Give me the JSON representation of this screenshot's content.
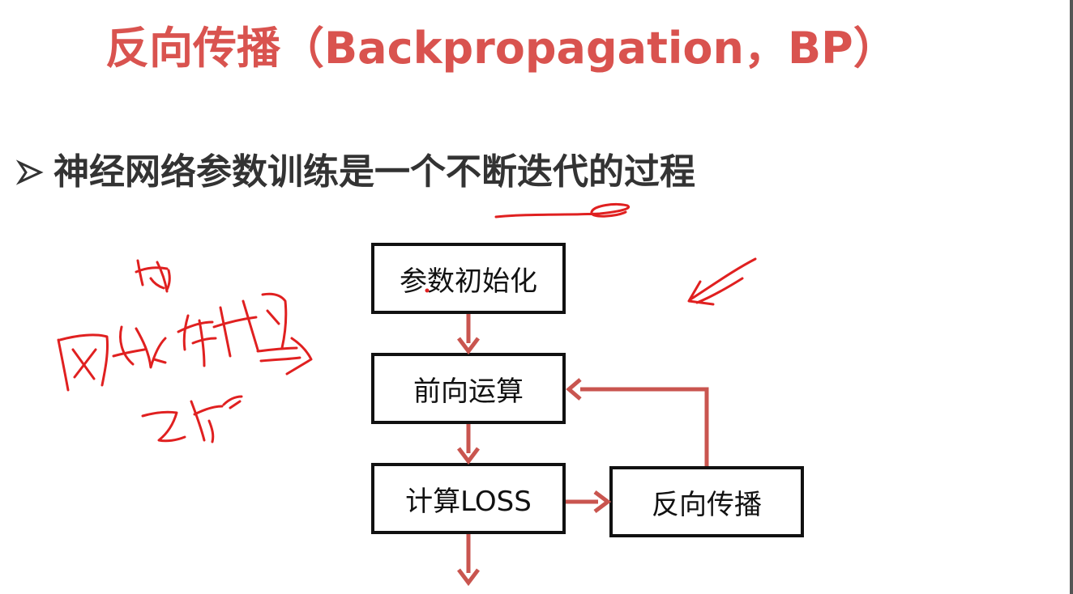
{
  "slide": {
    "title": "反向传播（Backpropagation，BP）",
    "bullet": "神经网络参数训练是一个不断迭代的过程"
  },
  "flowchart": {
    "steps": {
      "init": "参数初始化",
      "forward": "前向运算",
      "loss": "计算LOSS",
      "backprop": "反向传播"
    }
  },
  "colors": {
    "title": "#d9534f",
    "arrow": "#c9554f",
    "annotation": "#e02020",
    "text": "#333333",
    "box_border": "#111111"
  }
}
